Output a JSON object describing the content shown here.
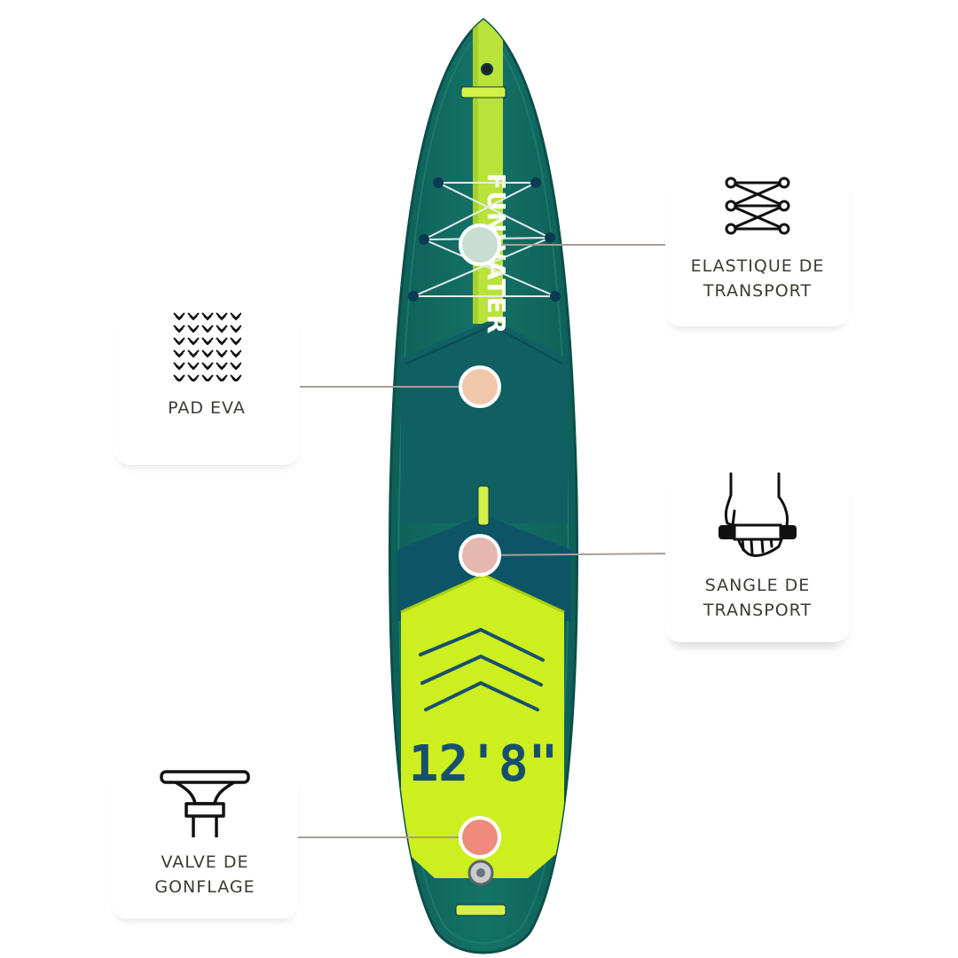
{
  "board": {
    "brand": "FUNWATER",
    "size_label": "12'8\""
  },
  "features": {
    "elastic": {
      "label": "ELASTIQUE DE\nTRANSPORT",
      "icon": "bungee-cord-icon",
      "dot_color": "#c9ddd3"
    },
    "pad": {
      "label": "PAD EVA",
      "icon": "eva-pad-pattern-icon",
      "dot_color": "#f0c7ab"
    },
    "sangle": {
      "label": "SANGLE DE\nTRANSPORT",
      "icon": "carry-handle-icon",
      "dot_color": "#e5b7b0"
    },
    "valve": {
      "label": "VALVE DE\nGONFLAGE",
      "icon": "inflation-valve-icon",
      "dot_color": "#ee8b7c"
    }
  },
  "colors": {
    "board_green": "#126b62",
    "board_deep": "#0c5560",
    "accent_lime": "#c6ef1d",
    "leader_line": "#a69e96"
  }
}
